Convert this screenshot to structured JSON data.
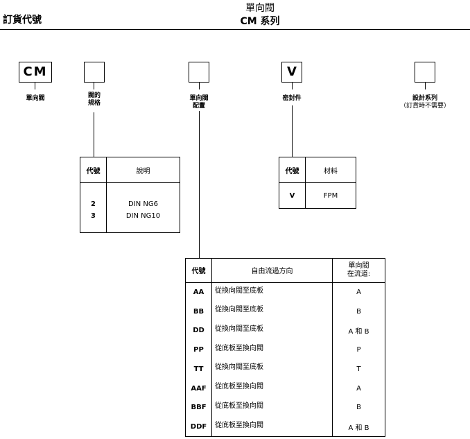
{
  "header": {
    "order_code": "訂貨代號",
    "title_line1": "單向閥",
    "title_line2": "CM 系列"
  },
  "code_boxes": [
    {
      "value": "CM",
      "label": "單向閥",
      "label2": ""
    },
    {
      "value": "",
      "label": "閥的\n規格",
      "label2": ""
    },
    {
      "value": "",
      "label": "單向閥\n配置",
      "label2": ""
    },
    {
      "value": "V",
      "label": "密封件",
      "label2": ""
    },
    {
      "value": "",
      "label": "設計系列",
      "label2": "（訂貨時不需要）"
    }
  ],
  "size_table": {
    "headers": [
      "代號",
      "說明"
    ],
    "rows": [
      [
        "2",
        "DIN NG6"
      ],
      [
        "3",
        "DIN NG10"
      ]
    ]
  },
  "seal_table": {
    "headers": [
      "代號",
      "材料"
    ],
    "rows": [
      [
        "V",
        "FPM"
      ]
    ]
  },
  "config_table": {
    "headers": [
      "代號",
      "自由流過方向",
      "單向閥\n在流道:"
    ],
    "rows": [
      [
        "AA",
        "從換向閥至底板",
        "A"
      ],
      [
        "BB",
        "從換向閥至底板",
        "B"
      ],
      [
        "DD",
        "從換向閥至底板",
        "A 和 B"
      ],
      [
        "PP",
        "從底板至換向閥",
        "P"
      ],
      [
        "TT",
        "從換向閥至底板",
        "T"
      ],
      [
        "AAF",
        "從底板至換向閥",
        "A"
      ],
      [
        "BBF",
        "從底板至換向閥",
        "B"
      ],
      [
        "DDF",
        "從底板至換向閥",
        "A 和 B"
      ]
    ]
  }
}
